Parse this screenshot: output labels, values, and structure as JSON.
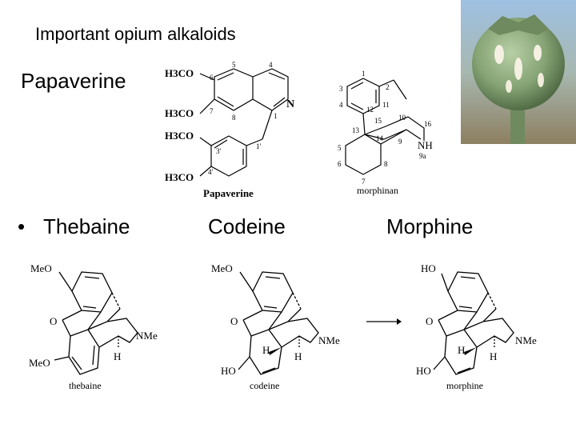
{
  "slide": {
    "title": "Important opium alkaloids",
    "papaverine_heading": "Papaverine",
    "bullet_char": "•",
    "bullets": [
      "Thebaine",
      "Codeine",
      "Morphine"
    ]
  },
  "papaverine_structure": {
    "caption": "Papaverine",
    "groups": [
      "H3CO",
      "H3CO",
      "H3CO",
      "H3CO"
    ],
    "nitrogen": "N",
    "locants": [
      "4",
      "5",
      "6",
      "7",
      "8",
      "1",
      "1'",
      "3'",
      "4'"
    ]
  },
  "morphinan_structure": {
    "caption": "morphinan",
    "amine": "NH",
    "locants": [
      "1",
      "2",
      "3",
      "4",
      "5",
      "6",
      "7",
      "8",
      "9",
      "9a",
      "10",
      "11",
      "12",
      "13",
      "14",
      "15",
      "16"
    ]
  },
  "thebaine_structure": {
    "caption": "thebaine",
    "labels": [
      "MeO",
      "MeO",
      "O",
      "NMe",
      "H"
    ]
  },
  "codeine_structure": {
    "caption": "codeine",
    "labels": [
      "MeO",
      "O",
      "NMe",
      "H",
      "H",
      "HO"
    ]
  },
  "morphine_structure": {
    "caption": "morphine",
    "labels": [
      "HO",
      "O",
      "NMe",
      "H",
      "H",
      "HO"
    ]
  },
  "colors": {
    "text": "#000000",
    "background": "#ffffff",
    "pod": "#8aa97e",
    "pod_sky": "#a9c6e2"
  }
}
